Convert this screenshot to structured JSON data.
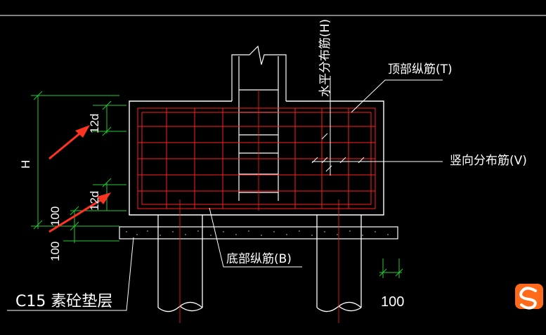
{
  "labels": {
    "top_rebar": "顶部纵筋(T)",
    "horizontal_rebar": "水平分布筋(H)",
    "vertical_rebar": "竖向分布筋(V)",
    "bottom_rebar": "底部纵筋(B)",
    "cushion": "C15 素砼垫层",
    "dim_h": "H",
    "dim_12d_top": "12d",
    "dim_12d_bottom": "12d",
    "dim_100_left": "100",
    "dim_100_bottom": "100",
    "dim_100_right": "100"
  },
  "colors": {
    "background": "#000000",
    "outline": "#ffffff",
    "rebar": "#ff2020",
    "dimension": "#22cc33",
    "arrow": "#ff3322"
  },
  "icons": {
    "watermark": "sogou-s-logo-icon"
  }
}
